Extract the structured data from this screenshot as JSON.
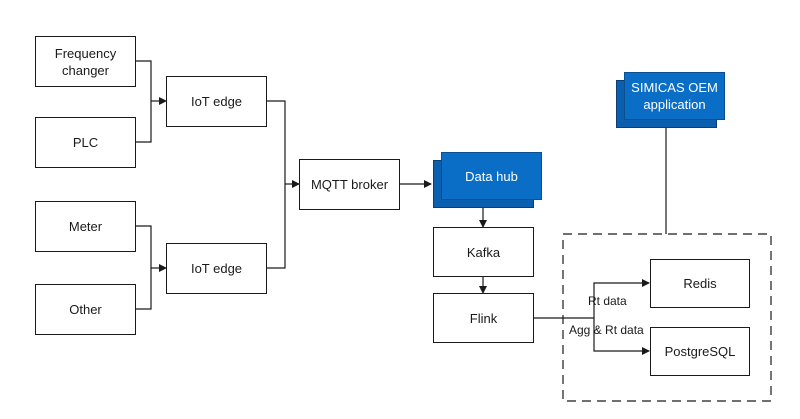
{
  "colors": {
    "line": "#1a1a1a",
    "accent_fill": "#0a6ec7",
    "accent_shadow": "#0a5fae",
    "background": "#ffffff"
  },
  "nodes": {
    "frequency_changer": "Frequency\nchanger",
    "plc": "PLC",
    "meter": "Meter",
    "other": "Other",
    "iot_edge_top": "IoT edge",
    "iot_edge_bottom": "IoT edge",
    "mqtt_broker": "MQTT broker",
    "data_hub": "Data hub",
    "kafka": "Kafka",
    "flink": "Flink",
    "simicas": "SIMICAS OEM\napplication",
    "redis": "Redis",
    "postgresql": "PostgreSQL"
  },
  "edge_labels": {
    "rt_data": "Rt data",
    "agg_rt_data": "Agg & Rt data"
  }
}
